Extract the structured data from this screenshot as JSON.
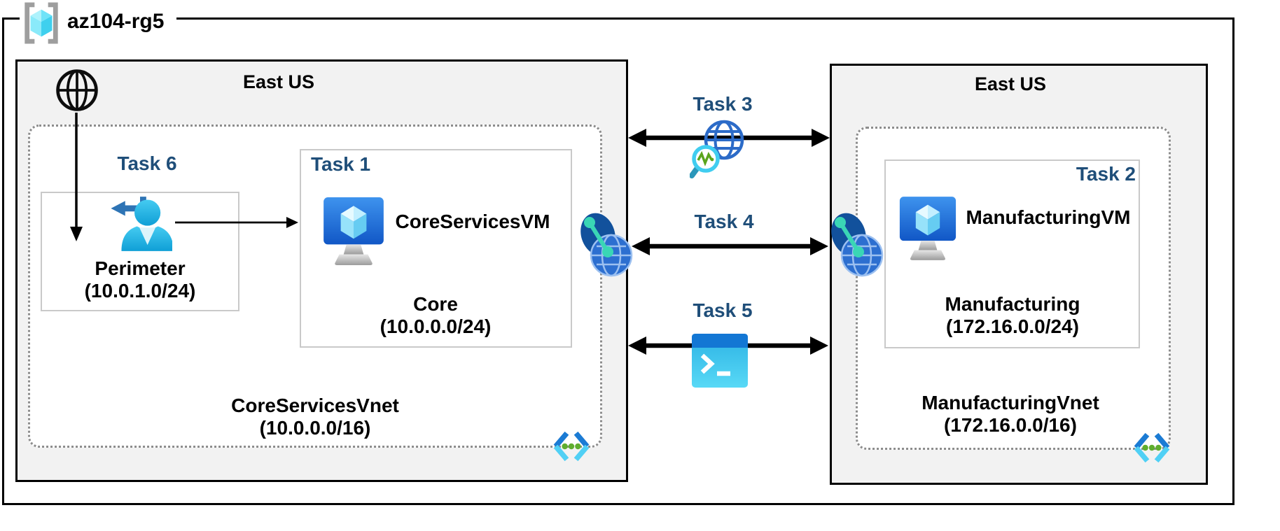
{
  "rg": {
    "label": "az104-rg5"
  },
  "left_region": {
    "location": "East US",
    "vnet_name": "CoreServicesVnet",
    "vnet_cidr": "(10.0.0.0/16)",
    "perimeter": {
      "task": "Task 6",
      "name": "Perimeter",
      "cidr": "(10.0.1.0/24)"
    },
    "core": {
      "task": "Task 1",
      "vm": "CoreServicesVM",
      "name": "Core",
      "cidr": "(10.0.0.0/24)"
    }
  },
  "right_region": {
    "location": "East US",
    "vnet_name": "ManufacturingVnet",
    "vnet_cidr": "(172.16.0.0/16)",
    "manufacturing": {
      "task": "Task 2",
      "vm": "ManufacturingVM",
      "name": "Manufacturing",
      "cidr": "(172.16.0.0/24)"
    }
  },
  "links": {
    "task3": "Task 3",
    "task4": "Task 4",
    "task5": "Task 5"
  },
  "icons": {
    "resource_group": "resource-group-bracketed-cube-icon",
    "internet": "internet-globe-icon",
    "perimeter_entry": "user-entry-arrow-icon",
    "virtual_machine": "vm-monitor-cube-icon",
    "vnet": "virtual-network-chevrons-dots-icon",
    "peering": "vnet-peering-globe-icon",
    "task3_tool": "network-watcher-globe-magnifier-icon",
    "task5_tool": "cloud-shell-terminal-icon"
  },
  "colors": {
    "task_label": "#1f4e79",
    "region_fill": "#f2f2f2",
    "region_border": "#000000",
    "vnet_dotted_border": "#8c8c8c",
    "subnet_box_border": "#c9c9c9",
    "arrow": "#000000",
    "person_cyan": "#1fb0e0",
    "vm_blue": "#1a63cc",
    "peering_teal": "#3ad6b5",
    "vnet_green_dots": "#5fae2f"
  }
}
